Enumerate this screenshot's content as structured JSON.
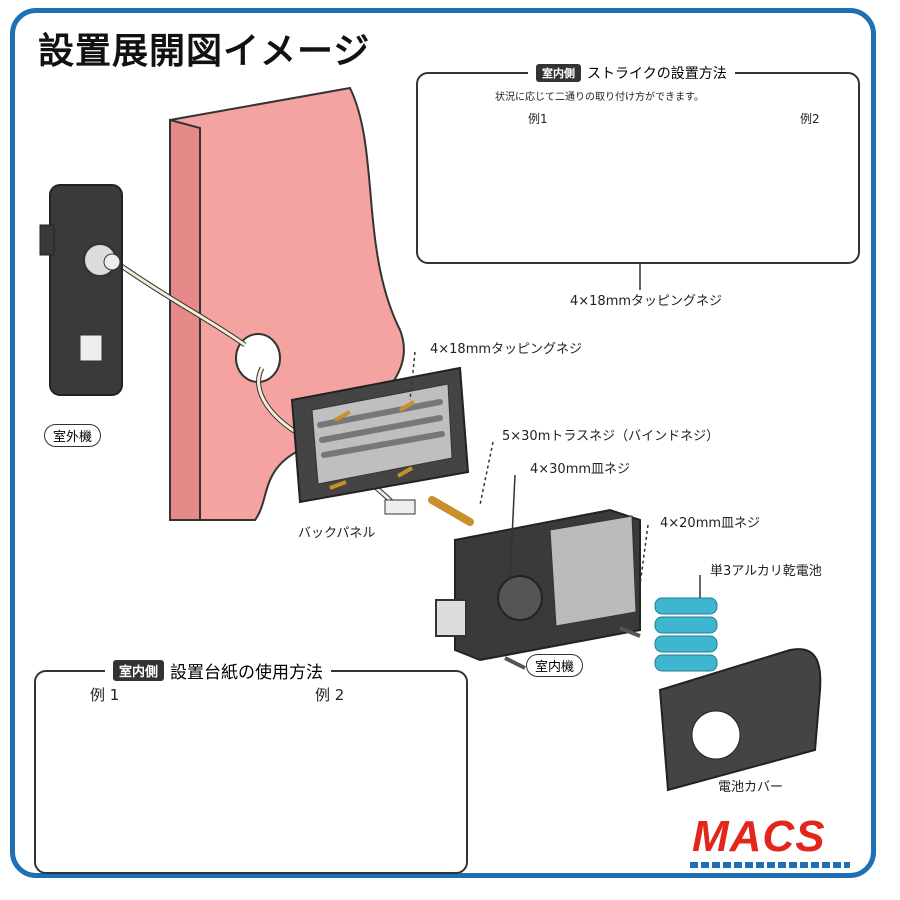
{
  "title": "設置展開図イメージ",
  "strike_panel": {
    "tag": "室内側",
    "heading": "ストライクの設置方法",
    "subheading": "状況に応じて二通りの取り付け方ができます。",
    "example1": "例1",
    "example2": "例2",
    "screw_label": "4×18mmタッピングネジ"
  },
  "template_panel": {
    "tag": "室内側",
    "heading": "設置台紙の使用方法",
    "example1": "例 1",
    "example2": "例 2"
  },
  "parts": {
    "outdoor_unit": "室外機",
    "back_panel_screws": "4×18mmタッピングネジ",
    "truss_screw": "5×30mトラスネジ（バインドネジ）",
    "flat_screw_30": "4×30mm皿ネジ",
    "flat_screw_20": "4×20mm皿ネジ",
    "battery": "単3アルカリ乾電池",
    "back_panel": "バックパネル",
    "indoor_unit": "室内機",
    "battery_cover": "電池カバー"
  },
  "brand": "MACS",
  "colors": {
    "frame": "#1f6fb5",
    "door": "#f4a3a1",
    "logo": "#e2261c",
    "battery": "#3fb6cf",
    "device": "#3a3a3a"
  }
}
